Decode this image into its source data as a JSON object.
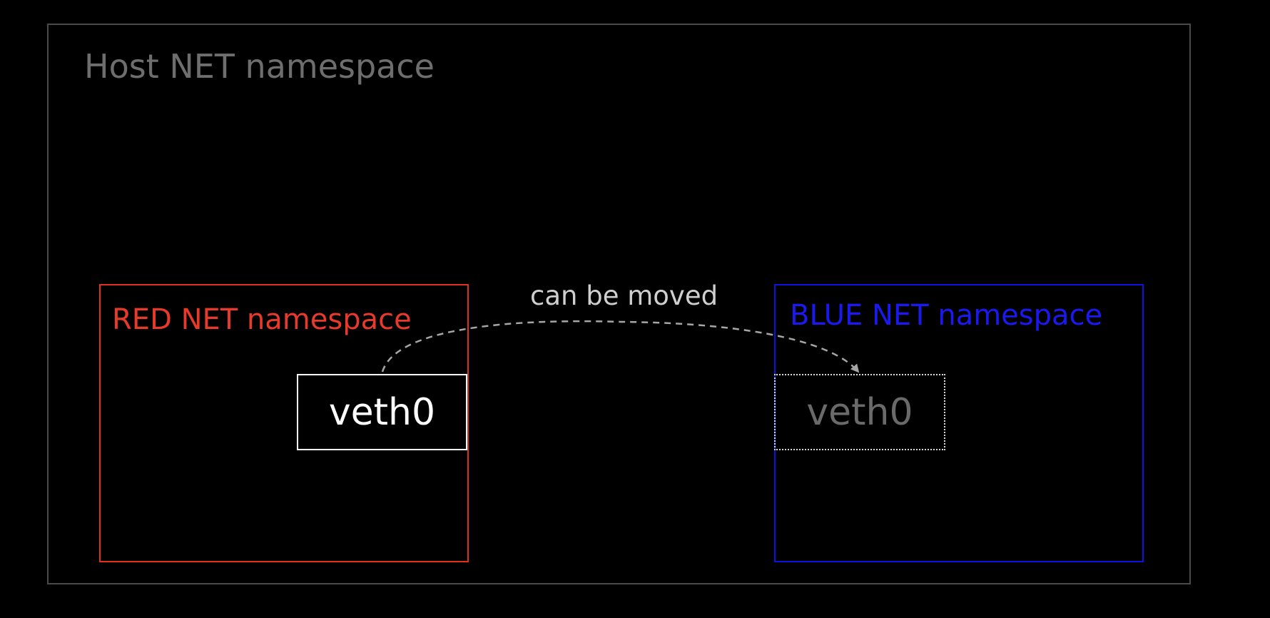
{
  "diagram": {
    "host_namespace": {
      "title": "Host NET namespace"
    },
    "red_namespace": {
      "title": "RED NET namespace"
    },
    "blue_namespace": {
      "title": "BLUE NET namespace"
    },
    "interface_source": {
      "label": "veth0",
      "state": "current"
    },
    "interface_target": {
      "label": "veth0",
      "state": "possible"
    },
    "move_arrow": {
      "label": "can be moved"
    }
  },
  "colors": {
    "background": "#000000",
    "host_border": "#4a4a4a",
    "host_text": "#6e6e6e",
    "red": "#e0301e",
    "blue": "#1010e0",
    "interface_border": "#ffffff",
    "ghost_text": "#6a6a6a",
    "arrow": "#a6a6a6"
  }
}
